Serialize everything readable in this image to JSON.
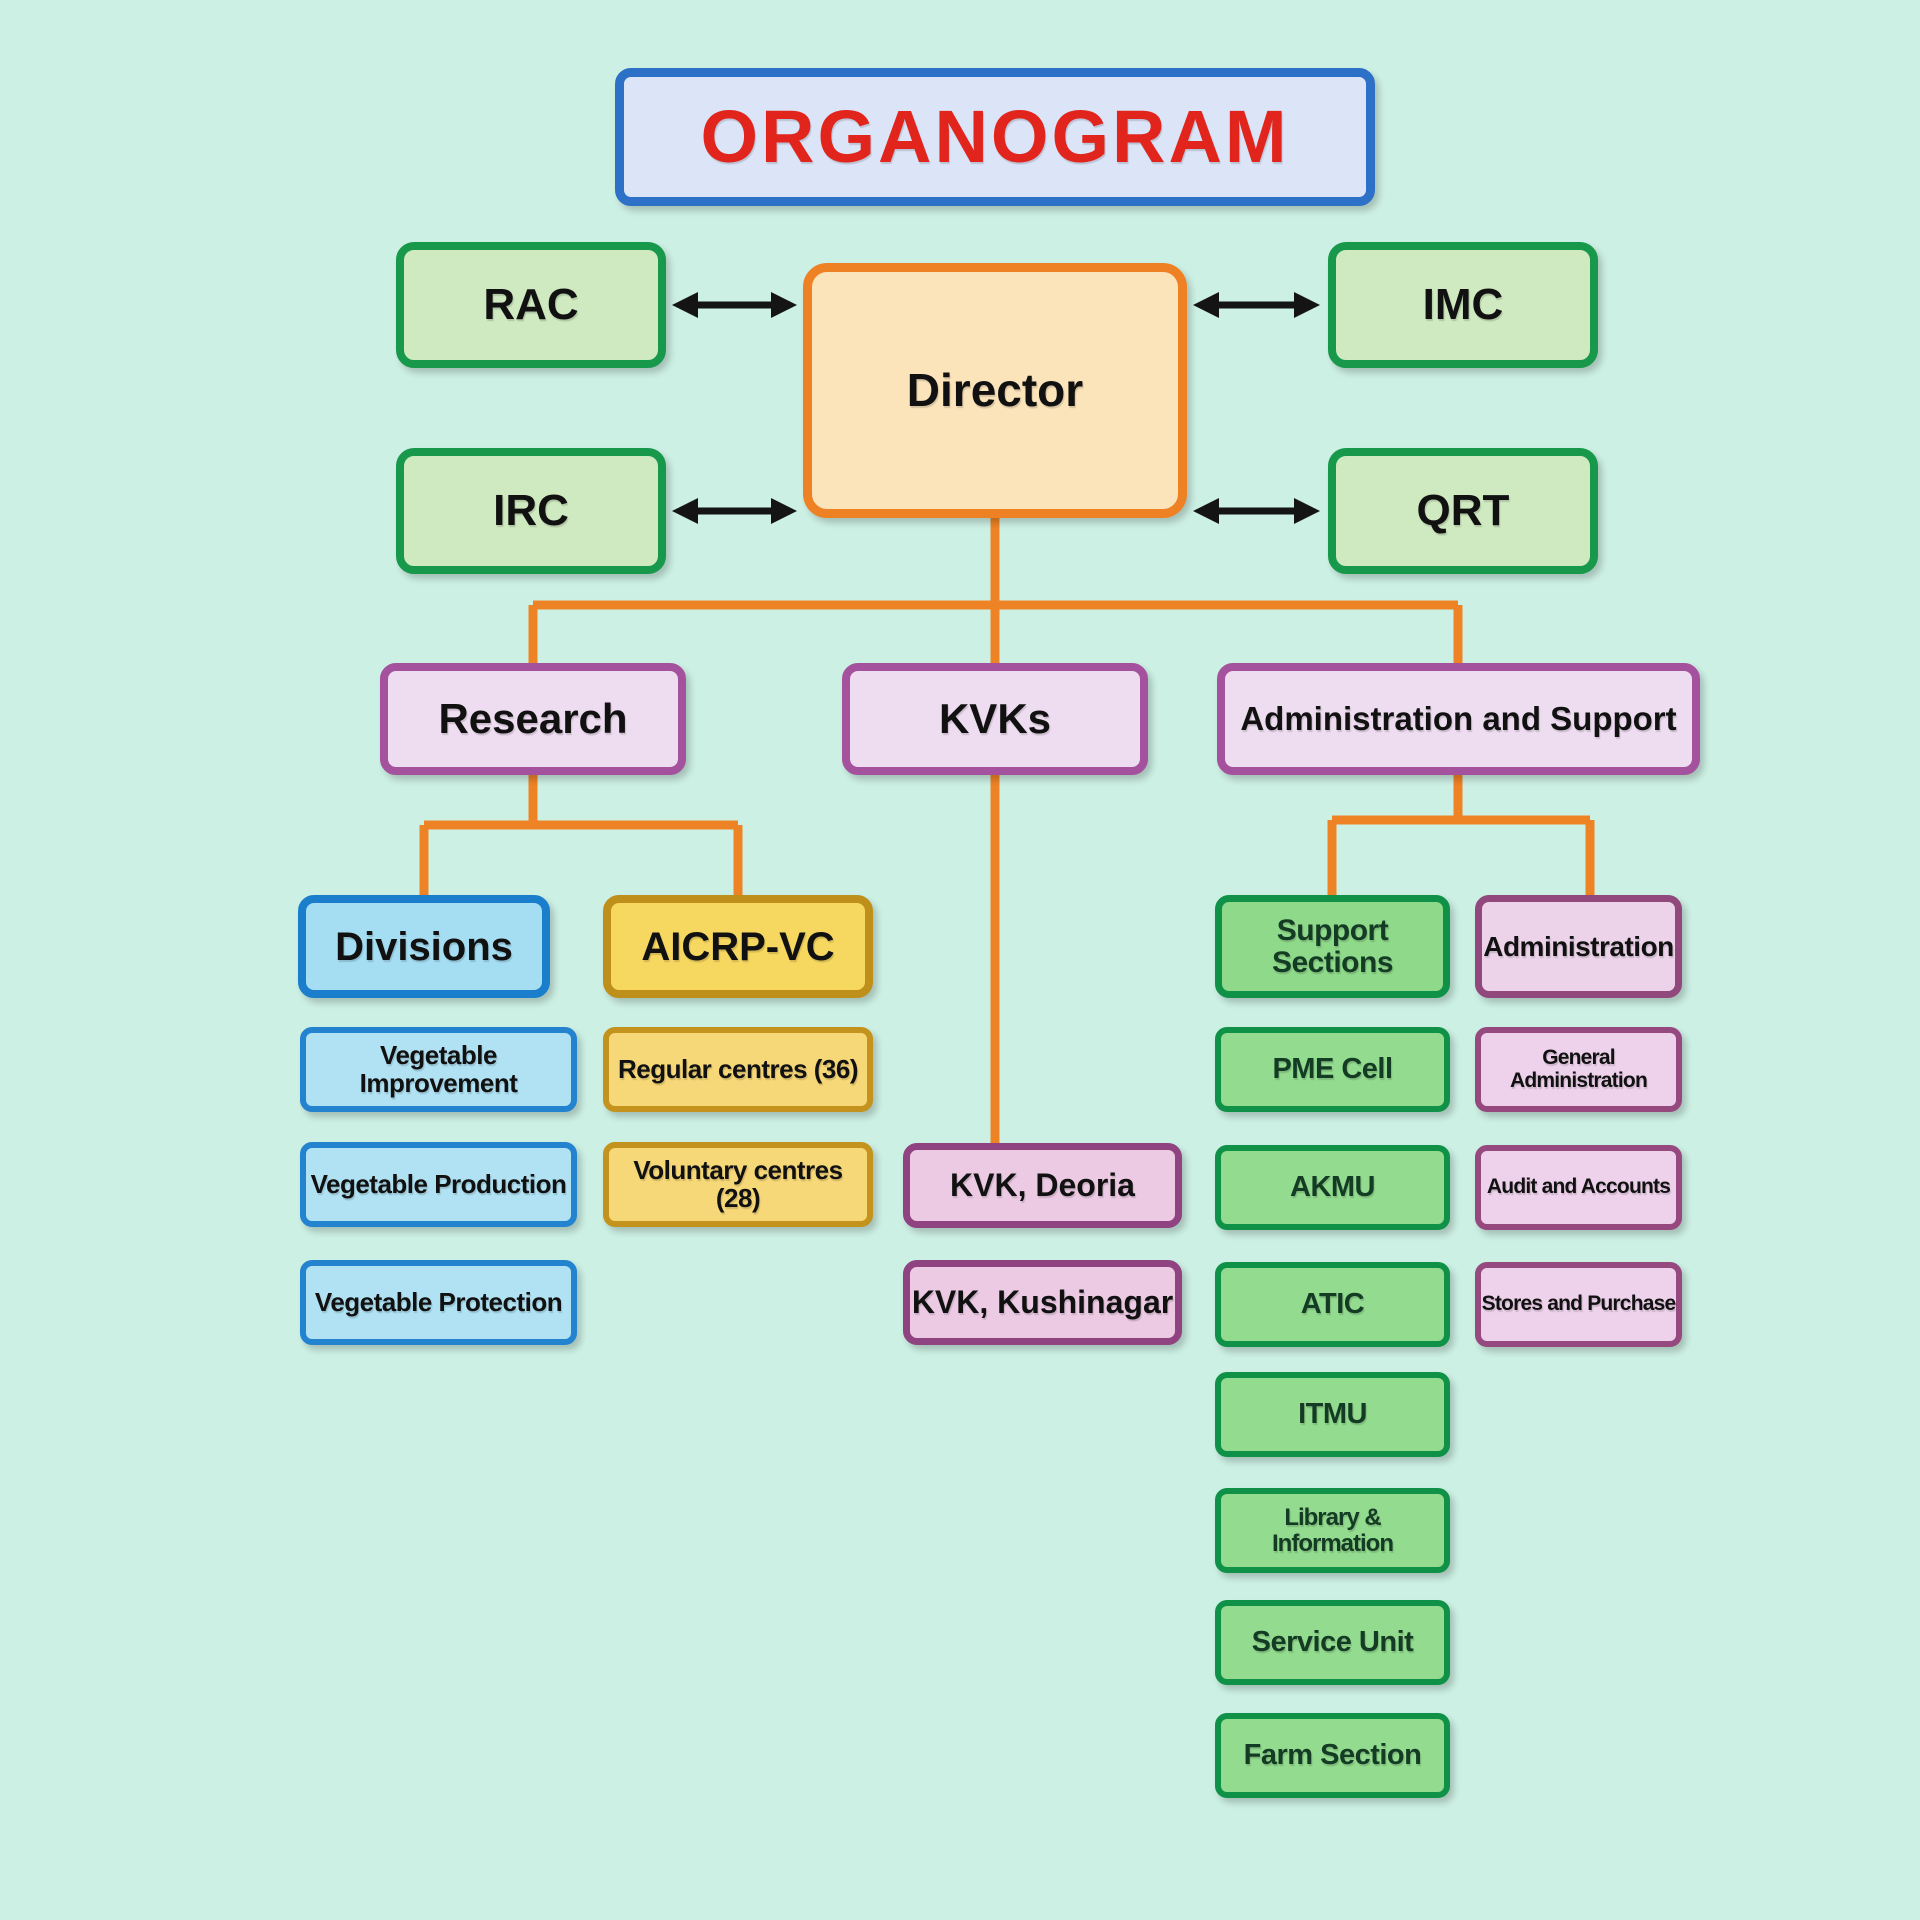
{
  "title": "ORGANOGRAM",
  "colors": {
    "background": "#cdf0e4",
    "connector": "#ee8326",
    "arrow": "#141414",
    "title_text": "#e2251c",
    "title_border": "#2d70c8",
    "director_fill": "#fbe3ba",
    "director_border": "#ef8125",
    "committee_fill": "#cfe9c0",
    "committee_border": "#17984b",
    "branch_fill": "#eedcf0",
    "branch_border": "#a4519e",
    "blue_fill": "#b0e2f4",
    "blue_border": "#2383cf",
    "yellow_fill": "#f7d878",
    "yellow_border": "#c3931d",
    "green_fill": "#93db8f",
    "green_border": "#0f9147",
    "pink_fill": "#eccae4",
    "pink_border": "#8f4380"
  },
  "director": {
    "label": "Director"
  },
  "committees": {
    "rac": "RAC",
    "irc": "IRC",
    "imc": "IMC",
    "qrt": "QRT"
  },
  "branches": {
    "research": {
      "label": "Research",
      "divisions": {
        "label": "Divisions",
        "items": [
          "Vegetable Improvement",
          "Vegetable Production",
          "Vegetable Protection"
        ]
      },
      "aicrp_vc": {
        "label": "AICRP-VC",
        "items": [
          "Regular centres (36)",
          "Voluntary centres (28)"
        ]
      }
    },
    "kvks": {
      "label": "KVKs",
      "items": [
        "KVK, Deoria",
        "KVK, Kushinagar"
      ]
    },
    "admin_support": {
      "label": "Administration and Support",
      "support_sections": {
        "label": "Support Sections",
        "items": [
          "PME Cell",
          "AKMU",
          "ATIC",
          "ITMU",
          "Library & Information",
          "Service Unit",
          "Farm Section"
        ]
      },
      "administration": {
        "label": "Administration",
        "items": [
          "General Administration",
          "Audit and Accounts",
          "Stores and Purchase"
        ]
      }
    }
  }
}
